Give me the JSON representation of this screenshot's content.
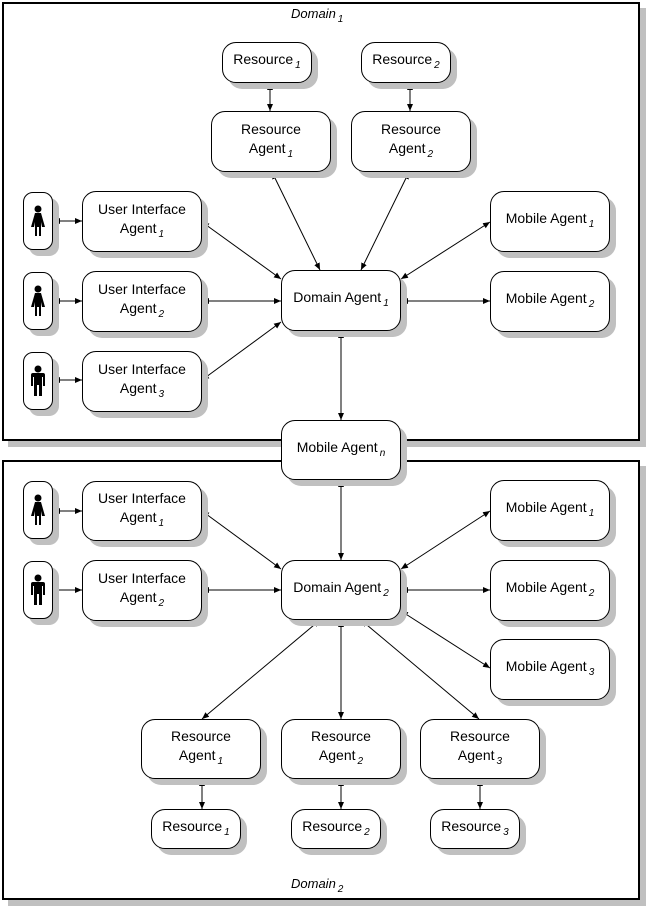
{
  "domains": [
    {
      "label": "Domain",
      "sub": "1",
      "domain_agent": {
        "label": "Domain Agent",
        "sub": "1"
      },
      "resources": [
        {
          "label": "Resource",
          "sub": "1"
        },
        {
          "label": "Resource",
          "sub": "2"
        }
      ],
      "resource_agents": [
        {
          "line1": "Resource",
          "line2": "Agent",
          "sub": "1"
        },
        {
          "line1": "Resource",
          "line2": "Agent",
          "sub": "2"
        }
      ],
      "ui_agents": [
        {
          "line1": "User Interface",
          "line2": "Agent",
          "sub": "1"
        },
        {
          "line1": "User Interface",
          "line2": "Agent",
          "sub": "2"
        },
        {
          "line1": "User Interface",
          "line2": "Agent",
          "sub": "3"
        }
      ],
      "users": [
        {
          "icon": "female-user-icon"
        },
        {
          "icon": "female-user-icon"
        },
        {
          "icon": "male-user-icon"
        }
      ],
      "mobile_agents": [
        {
          "label": "Mobile Agent",
          "sub": "1"
        },
        {
          "label": "Mobile Agent",
          "sub": "2"
        }
      ]
    },
    {
      "label": "Domain",
      "sub": "2",
      "domain_agent": {
        "label": "Domain Agent",
        "sub": "2"
      },
      "resources": [
        {
          "label": "Resource",
          "sub": "1"
        },
        {
          "label": "Resource",
          "sub": "2"
        },
        {
          "label": "Resource",
          "sub": "3"
        }
      ],
      "resource_agents": [
        {
          "line1": "Resource",
          "line2": "Agent",
          "sub": "1"
        },
        {
          "line1": "Resource",
          "line2": "Agent",
          "sub": "2"
        },
        {
          "line1": "Resource",
          "line2": "Agent",
          "sub": "3"
        }
      ],
      "ui_agents": [
        {
          "line1": "User Interface",
          "line2": "Agent",
          "sub": "1"
        },
        {
          "line1": "User Interface",
          "line2": "Agent",
          "sub": "2"
        }
      ],
      "users": [
        {
          "icon": "female-user-icon"
        },
        {
          "icon": "male-user-icon"
        }
      ],
      "mobile_agents": [
        {
          "label": "Mobile Agent",
          "sub": "1"
        },
        {
          "label": "Mobile Agent",
          "sub": "2"
        },
        {
          "label": "Mobile Agent",
          "sub": "3"
        }
      ]
    }
  ],
  "shared_mobile_agent": {
    "label": "Mobile Agent",
    "sub": "n"
  },
  "colors": {
    "shadow": "#c0c0c0",
    "stroke": "#000000",
    "fill": "#ffffff"
  }
}
